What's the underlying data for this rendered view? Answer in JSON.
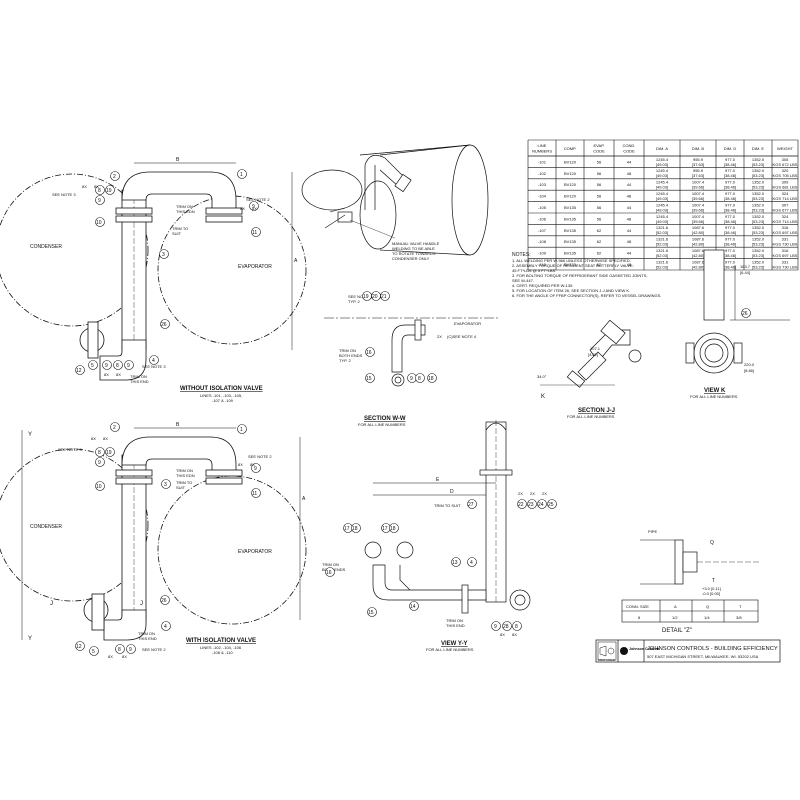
{
  "table": {
    "headers": [
      "LINE NUMBERS",
      "COMP.",
      "EVAP. CODE",
      "COND. CODE",
      "DIM. A",
      "DIM. B",
      "DIM. D",
      "DIM. E",
      "WEIGHT"
    ],
    "rows": [
      [
        "-101",
        "BV120",
        "56",
        "44",
        "1245.4 [49.03]",
        "955.9 [37.63]",
        "977.0 [38.46]",
        "1352.0 [53.23]",
        "305 KGS 672 LBS"
      ],
      [
        "-102",
        "BV120",
        "56",
        "48",
        "1245.4 [49.03]",
        "955.9 [37.63]",
        "977.0 [38.46]",
        "1352.0 [53.23]",
        "320 KGS 705 LBS"
      ],
      [
        "-103",
        "BV120",
        "56",
        "44",
        "1245.4 [49.03]",
        "1007.4 [39.66]",
        "977.0 [38.46]",
        "1352.0 [53.23]",
        "309 KGS 681 LBS"
      ],
      [
        "-104",
        "BV120",
        "56",
        "48",
        "1245.4 [49.03]",
        "1007.4 [39.66]",
        "977.0 [38.46]",
        "1352.0 [53.23]",
        "324 KGS 714 LBS"
      ],
      [
        "-105",
        "BV135",
        "56",
        "44",
        "1245.4 [49.03]",
        "1007.4 [39.66]",
        "977.0 [38.46]",
        "1352.0 [53.23]",
        "307 KGS 677 LBS"
      ],
      [
        "-106",
        "BV135",
        "56",
        "48",
        "1245.4 [49.03]",
        "1007.4 [39.66]",
        "977.0 [38.46]",
        "1352.0 [53.23]",
        "324 KGS 714 LBS"
      ],
      [
        "-107",
        "BV135",
        "62",
        "44",
        "1321.6 [52.03]",
        "1087.6 [42.80]",
        "977.0 [38.46]",
        "1352.0 [53.23]",
        "316 KGS 697 LBS"
      ],
      [
        "-108",
        "BV135",
        "62",
        "48",
        "1321.6 [52.03]",
        "1087.6 [42.80]",
        "977.0 [38.46]",
        "1352.0 [53.23]",
        "331 KGS 730 LBS"
      ],
      [
        "-109",
        "BV135",
        "62",
        "44",
        "1321.6 [52.03]",
        "1087.6 [42.80]",
        "977.0 [38.46]",
        "1352.0 [53.23]",
        "316 KGS 697 LBS"
      ],
      [
        "-110",
        "BV135",
        "62",
        "48",
        "1321.6 [52.03]",
        "1087.6 [42.80]",
        "977.0 [38.46]",
        "1352.0 [53.23]",
        "331 KGS 730 LBS"
      ]
    ]
  },
  "notes": {
    "title": "NOTES:",
    "lines": [
      "1. ALL WELDING PER W-966 UNLESS OTHERWISE SPECIFIED.",
      "2. ASSEMBLY TORQUE OF RESILIENT SEAT BUTTERFLY VALVE:",
      "   45 FT*LBS @ 5 FT*LBS.",
      "3. FOR BOLTING TORQUE OF REFRIGERANT SIDE GASKETED JOINTS,",
      "   SEE W-447.",
      "4. CERT. REQUIRED PER W-139.",
      "5. FOR LOCATION OF ITEM 26, SEE SECTION J-J AND VIEW K.",
      "6. FOR THE ANGLE OF FFBP CONNECTOR(S), REFER TO VESSEL DRAWINGS."
    ]
  },
  "labels": {
    "without_title": "WITHOUT ISOLATION VALVE",
    "without_lines": [
      "LINES -101, -103, -105,",
      "-107 & -109"
    ],
    "with_title": "WITH ISOLATION VALVE",
    "with_lines": [
      "LINES -102, -104, -106",
      "-108 & -110"
    ],
    "section_ww": "SECTION W-W",
    "view_yy": "VIEW Y-Y",
    "section_jj": "SECTION J-J",
    "view_k": "VIEW K",
    "for_all": "FOR ALL LINE NUMBERS",
    "condenser": "CONDENSER",
    "evaporator": "EVAPORATOR",
    "see_note_3": "SEE NOTE 3",
    "see_note_2": "SEE NOTE 2",
    "see_note_4": "(C)SEE NOTE 4",
    "trim_on_this_end": [
      "TRIM ON",
      "THIS END"
    ],
    "trim_on_this_edn": [
      "TRIM ON",
      "THIS EDN"
    ],
    "trim_to_suit": [
      "TRIM TO",
      "SUIT"
    ],
    "trim_to_suit_27": "TRIM TO SUIT",
    "trim_on_both_ends": [
      "TRIM ON",
      "BOTH ENDS"
    ],
    "trim_on_both_ends_typ": [
      "TRIM ON",
      "BOTH ENDS",
      "TYP. 2"
    ],
    "see_note_2_typ": [
      "SEE NOTE 2",
      "TYP. 2"
    ],
    "manual_valve": [
      "MANUAL VALVE HANDLE",
      "WELDING TO BE ABLE",
      "TO ROTATE TOWARDS",
      "CONDENSER ONLY"
    ],
    "qty_8x": "8X",
    "qty_2x": "2X",
    "dim_107": [
      "107.1",
      "[4.22]"
    ],
    "dim_340": "34.0°",
    "dim_1637": [
      "163.7",
      "[6.44]"
    ],
    "dim_2200": [
      "220.0",
      "[8.66]"
    ],
    "detail_z": "DETAIL \"Z\"",
    "pipe": "PIPE",
    "tol": [
      "+3.0 [0.11]",
      "-0.0 [0.00]"
    ],
    "conn_headers": [
      "CONN. SIZE",
      "A",
      "Q",
      "T"
    ],
    "conn_row": [
      "8",
      "1/2",
      "1/4",
      "3/8"
    ],
    "company": "JOHNSON CONTROLS - BUILDING EFFICIENCY",
    "address": "507 EAST MICHIGAN STREET, MILWAUKEE, WI. 53202 USA",
    "logo_word": "Johnson Controls",
    "first_angle": "FIRST ANGLE"
  }
}
